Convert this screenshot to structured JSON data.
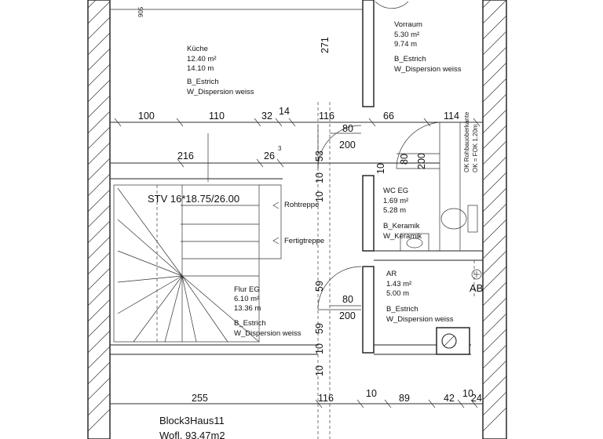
{
  "rooms": {
    "kueche": {
      "name": "Küche",
      "area": "12.40 m²",
      "perimeter": "14.10 m",
      "floor": "B_Estrich",
      "wall": "W_Dispersion weiss"
    },
    "vorraum": {
      "name": "Vorraum",
      "area": "5.30 m²",
      "perimeter": "9.74 m",
      "floor": "B_Estrich",
      "wall": "W_Dispersion weiss"
    },
    "wc": {
      "name": "WC EG",
      "area": "1.69 m²",
      "perimeter": "5.28 m",
      "floor": "B_Keramik",
      "wall": "W_Keramik"
    },
    "ar": {
      "name": "AR",
      "area": "1.43 m²",
      "perimeter": "5.00 m",
      "floor": "B_Estrich",
      "wall": "W_Dispersion weiss"
    },
    "flur": {
      "name": "Flur EG",
      "area": "6.10 m²",
      "perimeter": "13.36 m",
      "floor": "B_Estrich",
      "wall": "W_Dispersion weiss"
    }
  },
  "stair": {
    "spec": "STV 16*18.75/26.00",
    "label_top": "Rohtreppe",
    "label_finished": "Fertigtreppe",
    "height_note": "OK = FOK 1.20m",
    "rohbau_note": "OK Rohbauoberkante"
  },
  "dimensions": {
    "row_upper": [
      "100",
      "110",
      "32",
      "14",
      "116",
      "66",
      "114"
    ],
    "row_mid": [
      "216",
      "26",
      "3"
    ],
    "doors": {
      "kitchen_top": "80",
      "kitchen_bottom": "200",
      "wc_w": "80",
      "wc_h": "200",
      "flur_top": "80",
      "flur_bottom": "200"
    },
    "vertical": [
      "271",
      "53",
      "10",
      "10",
      "59",
      "59",
      "10",
      "10",
      "10"
    ],
    "row_bottom": [
      "255",
      "116",
      "10",
      "89",
      "42",
      "10",
      "24"
    ],
    "partial_top": "905"
  },
  "building": {
    "block": "Block3Haus11",
    "area": "Wofl. 93.47m2"
  },
  "marker": "AB"
}
